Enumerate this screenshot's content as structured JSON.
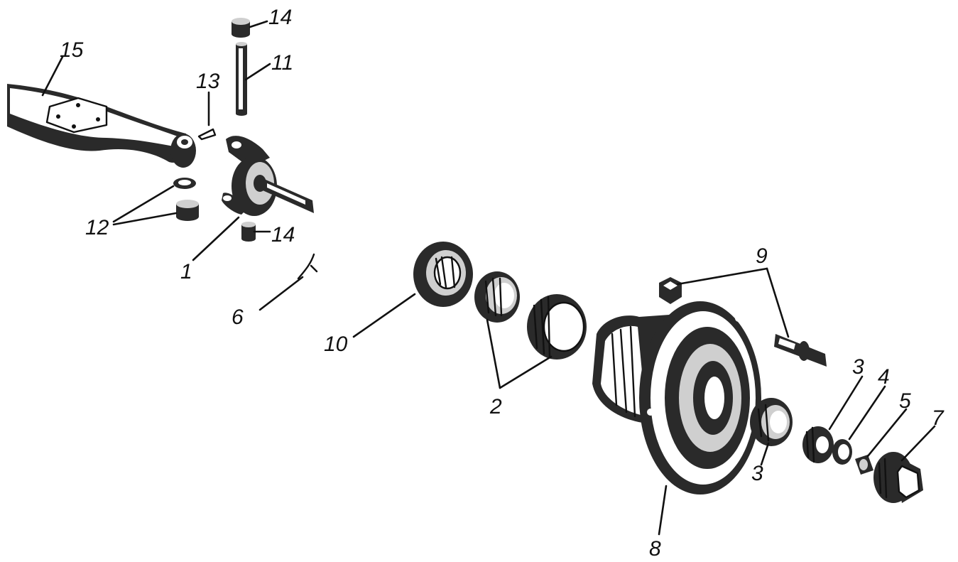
{
  "callouts": {
    "c15": "15",
    "c13": "13",
    "c14_top": "14",
    "c11": "11",
    "c12": "12",
    "c14_bottom": "14",
    "c1": "1",
    "c6": "6",
    "c10": "10",
    "c2": "2",
    "c9": "9",
    "c3_upper": "3",
    "c4": "4",
    "c5": "5",
    "c7": "7",
    "c3_lower": "3",
    "c8": "8"
  },
  "colors": {
    "ink": "#111111",
    "paper": "#ffffff"
  }
}
